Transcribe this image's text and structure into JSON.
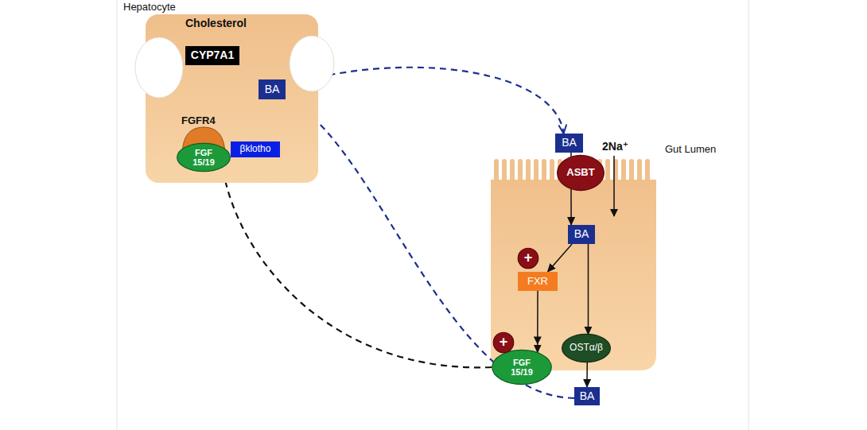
{
  "diagram": {
    "nodes": [
      {
        "text": [
          "Hepatocyte"
        ]
      },
      {
        "text": [
          "CYP7A1"
        ],
        "in": 0
      },
      {
        "text": [
          "BA"
        ],
        "in": 0
      },
      {
        "text": [
          "FGFR4"
        ],
        "in": 0
      },
      {
        "text": [
          "FGF 15/19"
        ],
        "in": 0
      },
      {
        "text": [
          "βklotho"
        ],
        "in": 0
      },
      {
        "text": [
          "BA"
        ]
      },
      {
        "text": [
          "ASBT"
        ]
      },
      {
        "text": [
          "BA"
        ]
      },
      {
        "text": [
          "+"
        ]
      },
      {
        "text": [
          "FXR"
        ]
      },
      {
        "text": [
          "OSTα/β"
        ]
      },
      {
        "text": [
          "+"
        ]
      },
      {
        "text": [
          "FGF 15/19"
        ]
      },
      {
        "text": [
          "BA"
        ]
      }
    ],
    "edges": [
      {
        "from": 3,
        "to": 1,
        "arrow": "to"
      },
      {
        "from": 2,
        "to": 6,
        "arrow": "to"
      },
      {
        "from": 6,
        "to": 7,
        "arrow": "none"
      },
      {
        "from": 7,
        "to": 8,
        "arrow": "to"
      },
      {
        "from": 8,
        "to": 10,
        "arrow": "to"
      },
      {
        "from": 8,
        "to": 11,
        "arrow": "to"
      },
      {
        "from": 10,
        "to": 13,
        "arrow": "to"
      },
      {
        "from": 11,
        "to": 14,
        "arrow": "to"
      },
      {
        "from": 13,
        "to": 4,
        "arrow": "to"
      },
      {
        "from": 14,
        "to": 2,
        "arrow": "to"
      }
    ],
    "labels": [
      "Cholesterol",
      "2Na⁺",
      "Gut Lumen"
    ]
  }
}
